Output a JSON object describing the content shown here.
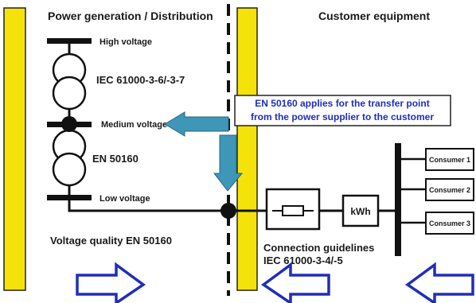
{
  "headings": {
    "left": "Power generation / Distribution",
    "right": "Customer equipment"
  },
  "voltage_levels": {
    "high": "High voltage",
    "medium": "Medium voltage",
    "low": "Low voltage"
  },
  "transformer_standards": {
    "upper": "IEC 61000-3-6/-3-7",
    "lower": "EN 50160"
  },
  "callout": {
    "line1": "EN 50160 applies for the transfer point",
    "line2": "from the power supplier to the customer"
  },
  "meter_label": "kWh",
  "consumers": [
    "Consumer 1",
    "Consumer 2",
    "Consumer 3"
  ],
  "bottom": {
    "left": "Voltage quality EN 50160",
    "right_line1": "Connection guidelines",
    "right_line2": "IEC 61000-3-4/-5"
  },
  "colors": {
    "bar_fill": "#f5e20a",
    "bar_stroke": "#222222",
    "callout_text": "#1f2fb8",
    "down_arrow": "#3f97b8",
    "outline_arrow": "#1f2fb8",
    "line": "#1a1a1a"
  }
}
